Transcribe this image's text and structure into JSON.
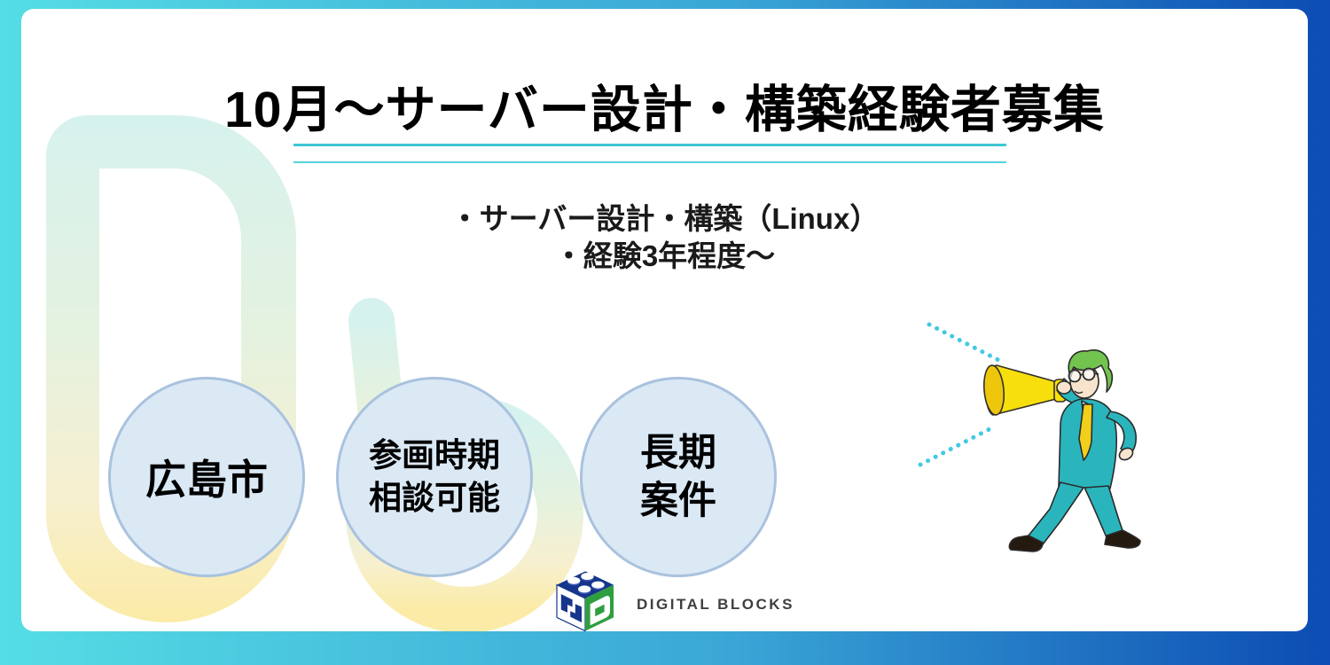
{
  "poster": {
    "title": "10月～サーバー設計・構築経験者募集",
    "requirements": {
      "line1": "・サーバー設計・構築（Linux）",
      "line2": "・経験3年程度～"
    },
    "badges": [
      {
        "label": "広島市",
        "lines": [
          "広島市"
        ]
      },
      {
        "label": "参画時期相談可能",
        "lines": [
          "参画時期",
          "相談可能"
        ]
      },
      {
        "label": "長期案件",
        "lines": [
          "長期",
          "案件"
        ]
      }
    ],
    "brand": {
      "name": "DIGITAL BLOCKS",
      "icon": "digital-blocks-cube-icon"
    },
    "illustration": "man-with-megaphone",
    "watermark": "db-monogram-watermark",
    "colors": {
      "frame_gradient_left": "#55dde5",
      "frame_gradient_right": "#0c4cb3",
      "underline": "#3ec7d3",
      "badge_fill": "#dbe9f5",
      "badge_border": "#a9c2de",
      "title_text": "#000000",
      "suit_teal": "#2ab5bd",
      "hair_green": "#72c44f",
      "megaphone_yellow": "#f7df0d",
      "logo_blue": "#16368c",
      "logo_green": "#2f9e3f",
      "brand_text": "#3f3f3f"
    }
  }
}
